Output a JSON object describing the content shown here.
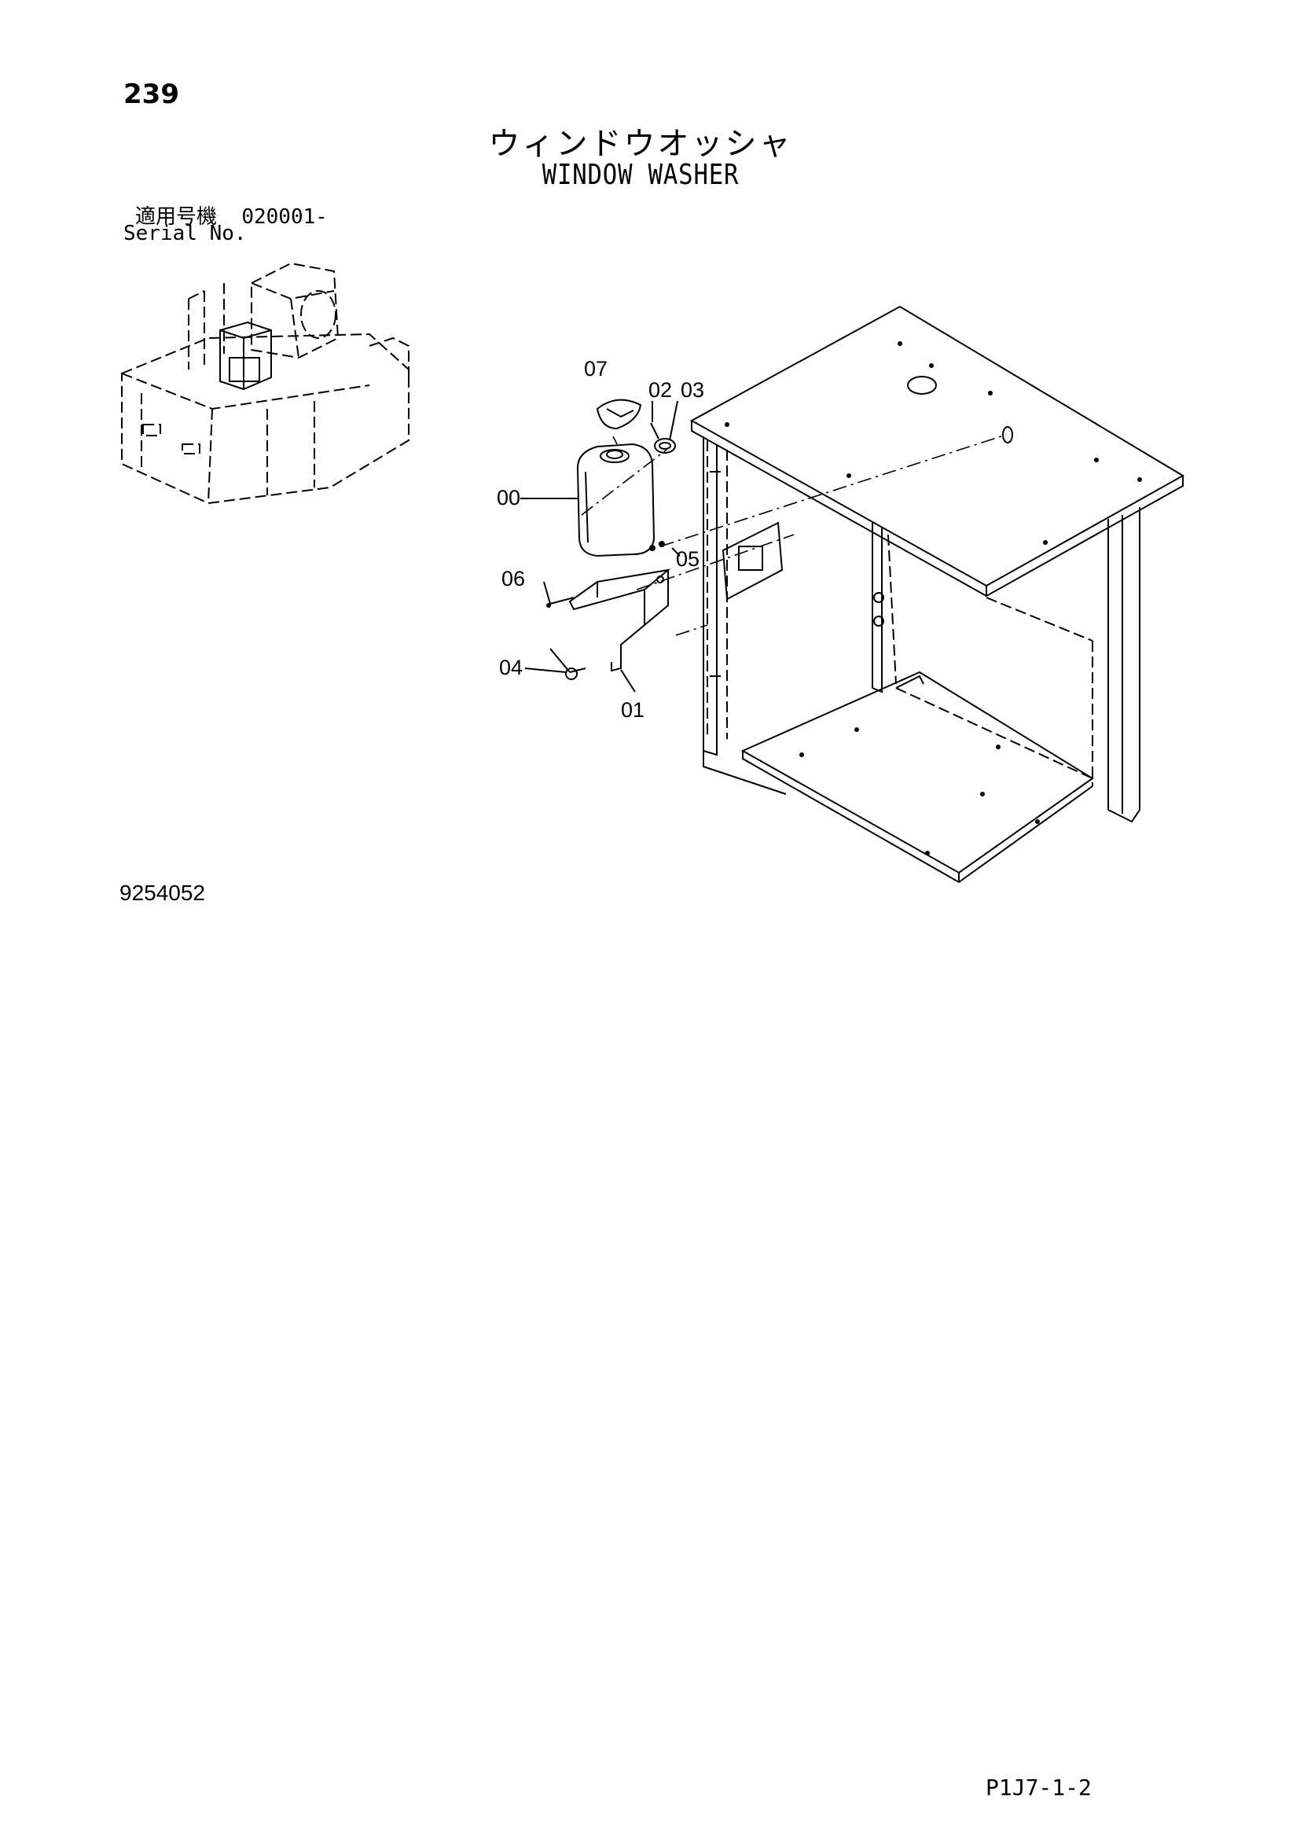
{
  "header": {
    "page_number": "239",
    "title_jp": "ウィンドウオッシャ",
    "title_en": "WINDOW WASHER"
  },
  "applicability": {
    "label_jp": "適用号機",
    "serial_from": "020001-",
    "label_en": "Serial No."
  },
  "parts": {
    "p00": "00",
    "p01": "01",
    "p02": "02",
    "p03": "03",
    "p04": "04",
    "p05": "05",
    "p06": "06",
    "p07": "07"
  },
  "footer": {
    "drawing_number": "9254052",
    "sheet_code": "P1J7-1-2"
  }
}
